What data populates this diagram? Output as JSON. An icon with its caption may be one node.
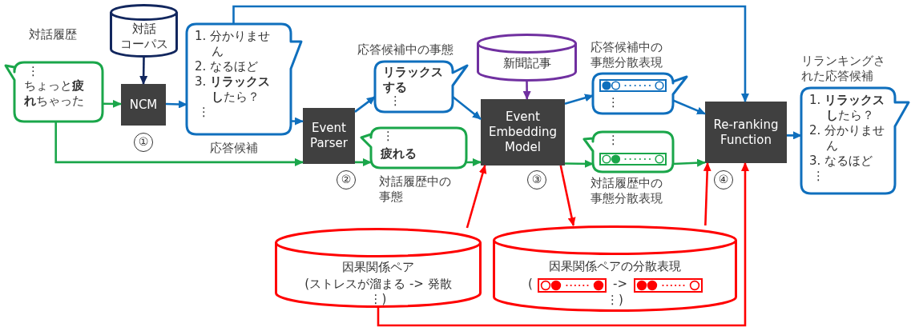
{
  "diagram": {
    "nodes": [
      {
        "text": [
          "対話履歴",
          "⋮",
          "ちょっと**疲れ**ちゃった"
        ]
      },
      {
        "text": [
          "対話",
          "コーパス"
        ]
      },
      {
        "text": [
          "NCM"
        ],
        "beside": [
          "①"
        ]
      },
      {
        "text": [
          "1. 分かりません",
          "2. なるほど",
          "3. **リラックスし**たら？",
          "⋮"
        ],
        "beside": [
          "応答候補"
        ]
      },
      {
        "text": [
          "Event Parser"
        ],
        "beside": [
          "②"
        ]
      },
      {
        "text": [
          "応答候補中の事態",
          "リラックスする",
          "⋮"
        ]
      },
      {
        "text": [
          "⋮",
          "疲れる"
        ],
        "beside": [
          "対話履歴中の事態"
        ]
      },
      {
        "text": [
          "新聞記事"
        ]
      },
      {
        "text": [
          "Event Embedding Model"
        ],
        "beside": [
          "③"
        ]
      },
      {
        "text": [
          "応答候補中の事態分散表現",
          "⋮"
        ]
      },
      {
        "text": [
          "⋮"
        ],
        "beside": [
          "対話履歴中の事態分散表現"
        ]
      },
      {
        "text": [
          "Re-ranking Function"
        ],
        "beside": [
          "④"
        ]
      },
      {
        "text": [
          "リランキングされた応答候補",
          "1. **リラックスし**たら？",
          "2. 分かりません",
          "3. なるほど",
          "⋮"
        ]
      },
      {
        "text": [
          "因果関係ペア",
          "(ストレスが溜まる -> 発散",
          "⋮)"
        ]
      },
      {
        "text": [
          "因果関係ペアの分散表現",
          "(",
          "->",
          "⋮)"
        ]
      }
    ],
    "edges": [
      {
        "from": 0,
        "to": 2,
        "arrow": "to",
        "color": "#1aa64a"
      },
      {
        "from": 1,
        "to": 2,
        "arrow": "to",
        "color": "#12275e"
      },
      {
        "from": 2,
        "to": 3,
        "arrow": "to"
      },
      {
        "from": 3,
        "to": 4,
        "arrow": "to"
      },
      {
        "from": 0,
        "to": 4,
        "arrow": "to",
        "color": "#1aa64a"
      },
      {
        "from": 3,
        "to": 11,
        "arrow": "to"
      },
      {
        "from": 4,
        "to": 5,
        "arrow": "to"
      },
      {
        "from": 4,
        "to": 6,
        "arrow": "to",
        "color": "#1aa64a"
      },
      {
        "from": 5,
        "to": 8,
        "arrow": "to"
      },
      {
        "from": 6,
        "to": 8,
        "arrow": "to",
        "color": "#1aa64a"
      },
      {
        "from": 7,
        "to": 8,
        "arrow": "to",
        "color": "#7030a0"
      },
      {
        "from": 8,
        "to": 9,
        "arrow": "to"
      },
      {
        "from": 8,
        "to": 10,
        "arrow": "to",
        "color": "#1aa64a"
      },
      {
        "from": 9,
        "to": 11,
        "arrow": "to"
      },
      {
        "from": 10,
        "to": 11,
        "arrow": "to",
        "color": "#1aa64a"
      },
      {
        "from": 11,
        "to": 12,
        "arrow": "to"
      },
      {
        "from": 13,
        "to": 8,
        "arrow": "to",
        "color": "#ff0000"
      },
      {
        "from": 8,
        "to": 14,
        "arrow": "to",
        "color": "#ff0000"
      },
      {
        "from": 14,
        "to": 11,
        "arrow": "to",
        "color": "#ff0000"
      },
      {
        "from": 13,
        "to": 11,
        "arrow": "to",
        "color": "#ff0000"
      }
    ]
  }
}
